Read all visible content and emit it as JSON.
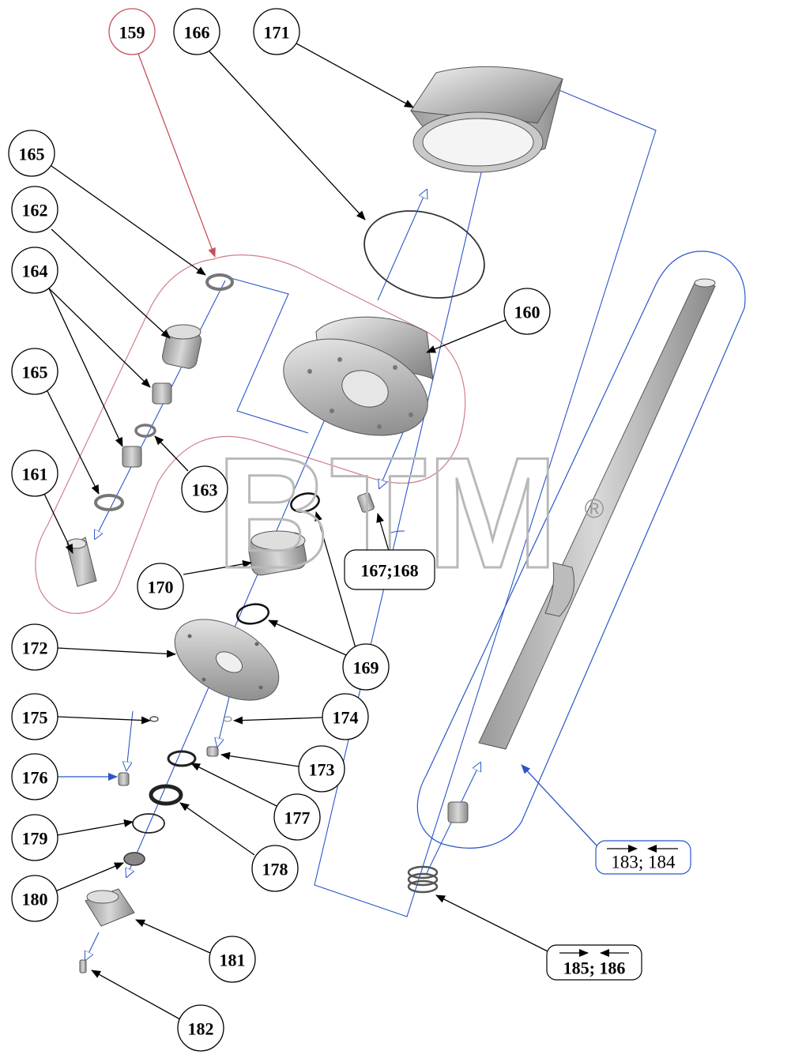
{
  "watermark": {
    "text": "BTM",
    "registered": "®"
  },
  "callouts": {
    "c159": "159",
    "c166": "166",
    "c171": "171",
    "c165a": "165",
    "c162": "162",
    "c164": "164",
    "c165b": "165",
    "c161": "161",
    "c160": "160",
    "c163": "163",
    "c170": "170",
    "c169": "169",
    "c172": "172",
    "c175": "175",
    "c174": "174",
    "c176": "176",
    "c173": "173",
    "c177": "177",
    "c179": "179",
    "c178": "178",
    "c180": "180",
    "c181": "181",
    "c182": "182"
  },
  "boxes": {
    "b167": "167;168",
    "b183": "183; 184",
    "b185": "185; 186"
  }
}
